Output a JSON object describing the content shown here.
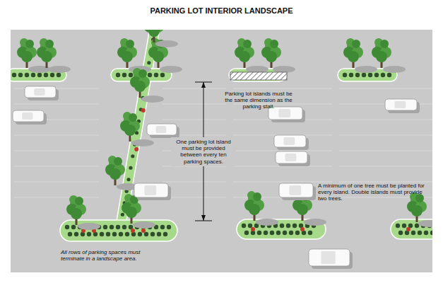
{
  "diagram": {
    "title": "PARKING LOT INTERIOR LANDSCAPE",
    "labels": [
      "Parking lot islands must be the same dimension as the parking stall.",
      "One parking lot island must be provided between every ten parking spaces.",
      "A minimum of one tree must be planted for every island. Double islands must provide two trees.",
      "All rows of parking spaces must terminate in a landscape area."
    ]
  }
}
